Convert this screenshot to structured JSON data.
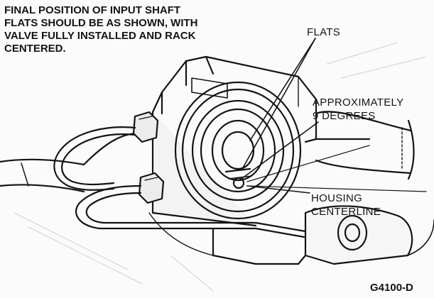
{
  "caption": {
    "lines": [
      "FINAL POSITION OF INPUT SHAFT",
      "FLATS SHOULD BE AS SHOWN, WITH",
      "VALVE FULLY INSTALLED AND RACK",
      "CENTERED."
    ]
  },
  "labels": {
    "flats": "FLATS",
    "angle_line1": "APPROXIMATELY",
    "angle_line2": "9 DEGREES",
    "housing_line1": "HOUSING",
    "housing_line2": "CENTERLINE"
  },
  "figure_id": "G4100-D",
  "colors": {
    "ink": "#141414",
    "paper": "#fbfbfb",
    "shade": "#d8d8d8"
  }
}
